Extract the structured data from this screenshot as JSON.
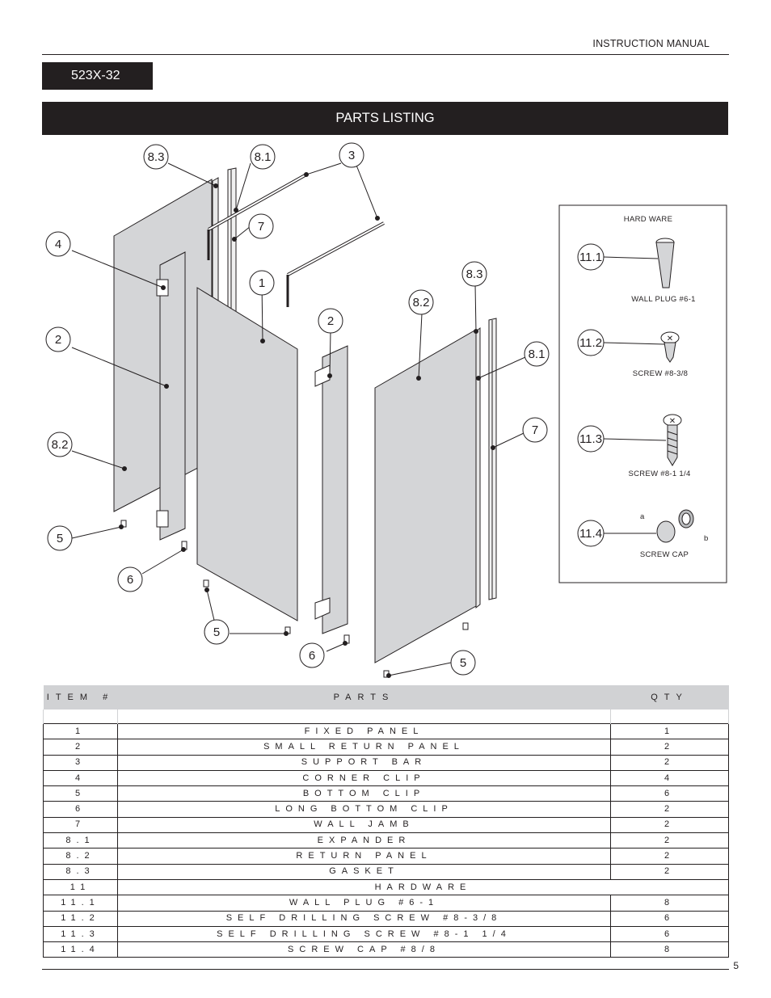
{
  "header": {
    "manual_title": "INSTRUCTION MANUAL"
  },
  "model_number": "523X-32",
  "section_title": "PARTS LISTING",
  "diagram": {
    "callouts": [
      "8.3",
      "8.1",
      "3",
      "7",
      "4",
      "1",
      "2",
      "8.3",
      "8.2",
      "8.1",
      "2",
      "7",
      "8.2",
      "5",
      "6",
      "5",
      "6",
      "5"
    ],
    "hardware_box": {
      "title": "HARD WARE",
      "items": [
        {
          "id": "11.1",
          "label": "WALL PLUG #6-1",
          "icon": "wall-plug-icon"
        },
        {
          "id": "11.2",
          "label": "SCREW #8-3/8",
          "icon": "short-screw-icon"
        },
        {
          "id": "11.3",
          "label": "SCREW #8-1 1/4",
          "icon": "long-screw-icon"
        },
        {
          "id": "11.4",
          "label": "SCREW CAP",
          "icon": "screw-cap-icon",
          "sub_a": "a",
          "sub_b": "b"
        }
      ]
    }
  },
  "table": {
    "headers": {
      "item": "ITEM #",
      "parts": "PARTS",
      "qty": "QTY"
    },
    "rows": [
      {
        "item": "1",
        "part": "FIXED PANEL",
        "qty": "1"
      },
      {
        "item": "2",
        "part": "SMALL RETURN PANEL",
        "qty": "2"
      },
      {
        "item": "3",
        "part": "SUPPORT BAR",
        "qty": "2"
      },
      {
        "item": "4",
        "part": "CORNER CLIP",
        "qty": "4"
      },
      {
        "item": "5",
        "part": "BOTTOM CLIP",
        "qty": "6"
      },
      {
        "item": "6",
        "part": "LONG BOTTOM CLIP",
        "qty": "2"
      },
      {
        "item": "7",
        "part": "WALL JAMB",
        "qty": "2"
      },
      {
        "item": "8.1",
        "part": "EXPANDER",
        "qty": "2"
      },
      {
        "item": "8.2",
        "part": "RETURN PANEL",
        "qty": "2"
      },
      {
        "item": "8.3",
        "part": "GASKET",
        "qty": "2"
      },
      {
        "item": "11",
        "part": "HARDWARE",
        "qty": ""
      },
      {
        "item": "11.1",
        "part": "WALL PLUG #6-1",
        "qty": "8"
      },
      {
        "item": "11.2",
        "part": "SELF DRILLING SCREW #8-3/8",
        "qty": "6"
      },
      {
        "item": "11.3",
        "part": "SELF DRILLING SCREW #8-1 1/4",
        "qty": "6"
      },
      {
        "item": "11.4",
        "part": "SCREW CAP #8/8",
        "qty": "8"
      }
    ]
  },
  "footer": {
    "page_number": "5"
  }
}
